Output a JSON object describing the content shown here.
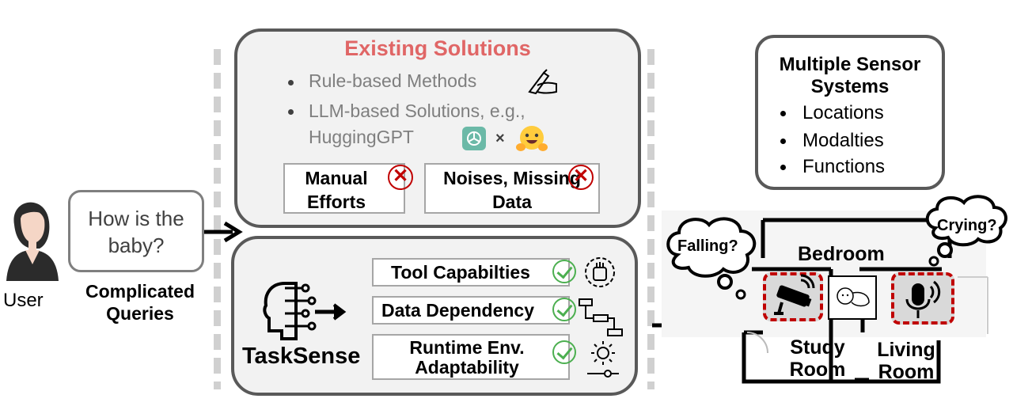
{
  "user": {
    "label": "User"
  },
  "query": {
    "text": "How is the baby?",
    "caption": "Complicated Queries"
  },
  "existing": {
    "title": "Existing Solutions",
    "items": [
      "Rule-based Methods",
      "LLM-based Solutions, e.g., HuggingGPT"
    ],
    "times_symbol": "×",
    "problems": [
      "Manual Efforts",
      "Noises, Missing Data"
    ]
  },
  "tasksense": {
    "name": "TaskSense",
    "features": [
      "Tool Capabilties",
      "Data Dependency",
      "Runtime Env. Adaptability"
    ]
  },
  "sensors": {
    "title": "Multiple Sensor Systems",
    "items": [
      "Locations",
      "Modalties",
      "Functions"
    ]
  },
  "floorplan": {
    "thought_left": "Falling?",
    "thought_right": "Crying?",
    "rooms": [
      "Bedroom",
      "Study Room",
      "Living Room"
    ]
  },
  "colors": {
    "title_red": "#e06666",
    "check_green": "#4caf50",
    "cross_red": "#c00000",
    "panel_border": "#595959"
  }
}
